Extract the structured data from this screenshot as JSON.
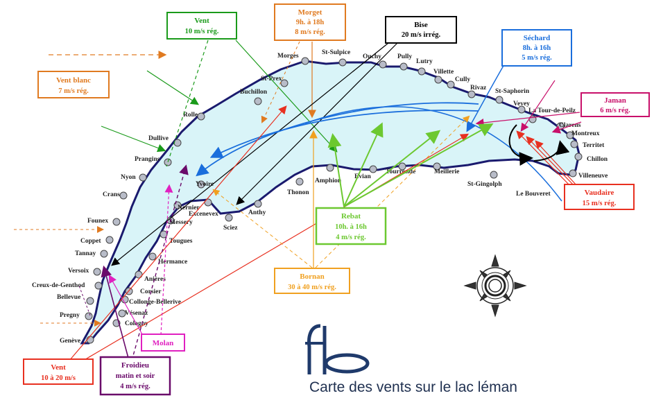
{
  "caption": "Carte des vents sur le lac léman",
  "logo_text": "fb",
  "colors": {
    "lake_fill": "#d9f4f8",
    "shore": "#1a1a6e",
    "town_dot": "#b8bcc8",
    "vent": "#1a9a1a",
    "morget": "#e07a20",
    "bise": "#000000",
    "sechard": "#1a6edc",
    "jaman": "#c8106a",
    "vaudaire": "#e83020",
    "rebat": "#6cc830",
    "bornan": "#f0a020",
    "molan": "#e020c0",
    "froidieu": "#6a0a6a",
    "vent_blanc": "#e07a20"
  },
  "winds": [
    {
      "id": "vent",
      "title": "Vent",
      "detail": "10 m/s  rég."
    },
    {
      "id": "morget",
      "title": "Morget",
      "detail": "9h. à 18h",
      "detail2": "8 m/s  rég."
    },
    {
      "id": "bise",
      "title": "Bise",
      "detail": "20 m/s  irrég."
    },
    {
      "id": "sechard",
      "title": "Séchard",
      "detail": "8h. à 16h",
      "detail2": "5 m/s  rég."
    },
    {
      "id": "vent_blanc",
      "title": "Vent blanc",
      "detail": "7 m/s  rég."
    },
    {
      "id": "jaman",
      "title": "Jaman",
      "detail": "6 m/s  rég."
    },
    {
      "id": "vaudaire",
      "title": "Vaudaire",
      "detail": "15 m/s  rég."
    },
    {
      "id": "rebat",
      "title": "Rebat",
      "detail": "10h. à 16h",
      "detail2": "4 m/s  rég."
    },
    {
      "id": "bornan",
      "title": "Bornan",
      "detail": "30 à 40 m/s  rég."
    },
    {
      "id": "molan",
      "title": "Molan"
    },
    {
      "id": "vent_south",
      "title": "Vent",
      "detail": "10 à 20 m/s"
    },
    {
      "id": "froidieu",
      "title": "Froidieu",
      "detail": "matin et soir",
      "detail2": "4 m/s  rég."
    }
  ],
  "towns": [
    "Morges",
    "St-Sulpice",
    "Ouchy",
    "Pully",
    "Lutry",
    "Villette",
    "Cully",
    "Rivaz",
    "St-Saphorin",
    "Vevey",
    "La Tour-de-Peilz",
    "Clarens",
    "Montreux",
    "Territet",
    "Chillon",
    "Villeneuve",
    "Le Bouveret",
    "St-Gingolph",
    "Meillerie",
    "Tourronde",
    "Evian",
    "Amphion",
    "Thonon",
    "Anthy",
    "Sciez",
    "Excenevex",
    "Yvoire",
    "Nernier",
    "Messery",
    "Tougues",
    "Hermance",
    "Anières",
    "Corsier",
    "Collonge-Bellerive",
    "Vésenaz",
    "Cologny",
    "Genève",
    "Pregny",
    "Bellevue",
    "Creux-de-Genthod",
    "Versoix",
    "Tannay",
    "Coppet",
    "Founex",
    "Crans",
    "Nyon",
    "Prangins",
    "Dullive",
    "Rolle",
    "Buchillon",
    "St-Prex"
  ]
}
